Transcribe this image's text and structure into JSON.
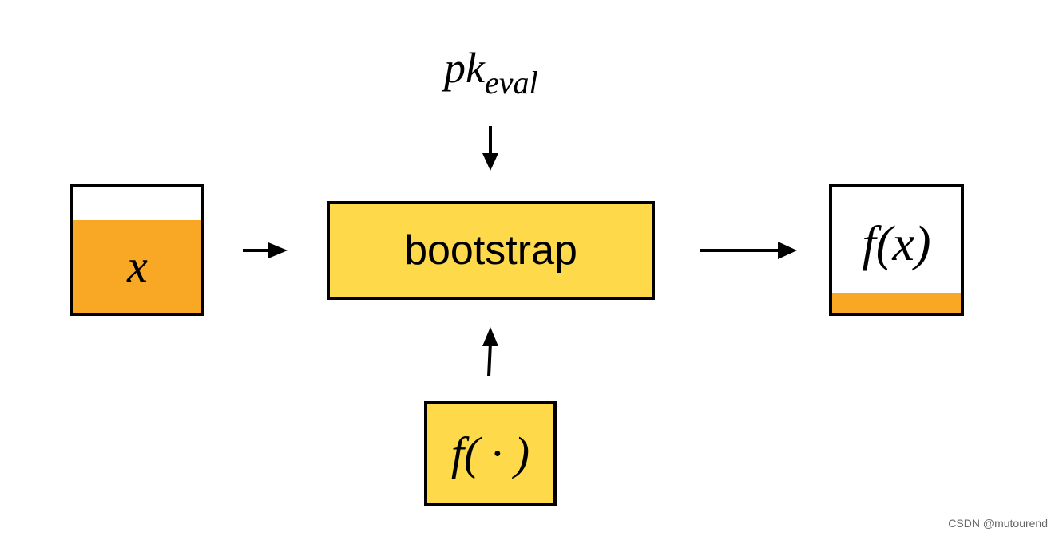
{
  "top_input": {
    "base": "pk",
    "subscript": "eval"
  },
  "input_box": {
    "label": "x",
    "fill_level": 0.74
  },
  "process_box": {
    "label": "bootstrap"
  },
  "output_box": {
    "label": "f(x)",
    "fill_level": 0.16
  },
  "function_box": {
    "label": "f( · )"
  },
  "colors": {
    "orange": "#F9A826",
    "yellow": "#FED94A",
    "stroke": "#000000"
  },
  "watermark": "CSDN @mutourend"
}
